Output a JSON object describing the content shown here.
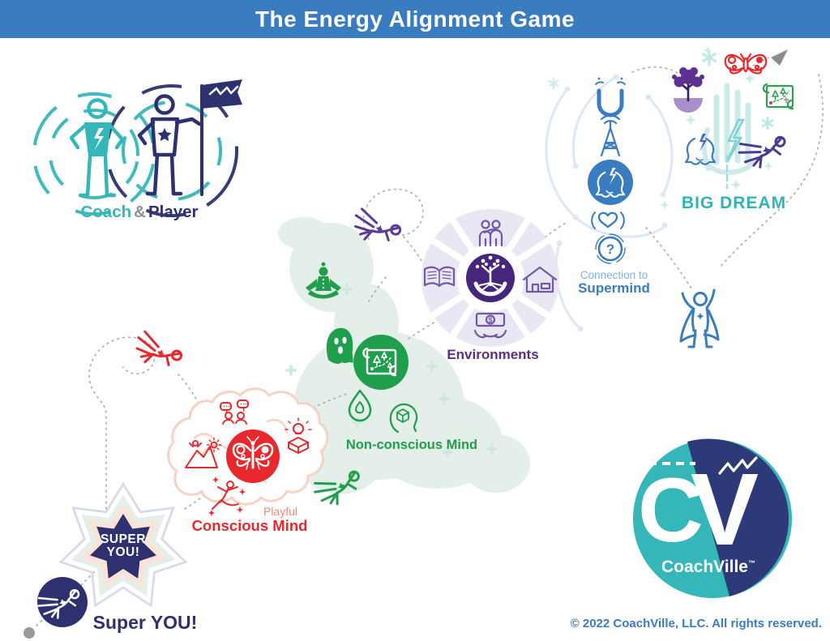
{
  "header": {
    "title": "The Energy Alignment Game"
  },
  "coach_player": {
    "coach": "Coach",
    "amp": "&",
    "player": "Player"
  },
  "big_dream": {
    "label": "BIG DREAM"
  },
  "supermind": {
    "line1": "Connection to",
    "line2": "Supermind"
  },
  "environments": {
    "label": "Environments"
  },
  "nonconscious_mind": {
    "label": "Non-conscious Mind"
  },
  "conscious_mind": {
    "qualifier": "Playful",
    "label": "Conscious Mind"
  },
  "super_you": {
    "badge_line1": "SUPER",
    "badge_line2": "YOU!",
    "caption": "Super YOU!"
  },
  "logo": {
    "letter_c": "C",
    "letter_v": "V",
    "name": "CoachVille",
    "trademark": "™"
  },
  "footer": {
    "copyright": "© 2022 CoachVille, LLC. All rights reserved."
  },
  "icons": {
    "question_glyph": "?",
    "dollar_glyph": "$"
  },
  "colors": {
    "header_blue": "#3A7CC0",
    "teal": "#33B6B9",
    "navy": "#2D3170",
    "purple": "#5A2D87",
    "green": "#1F9E4B",
    "red": "#E8282C",
    "wheel_lavender": "#E9E7F3",
    "blob_mint": "#E4EFE9",
    "dream_teal": "#2CB5B8"
  }
}
